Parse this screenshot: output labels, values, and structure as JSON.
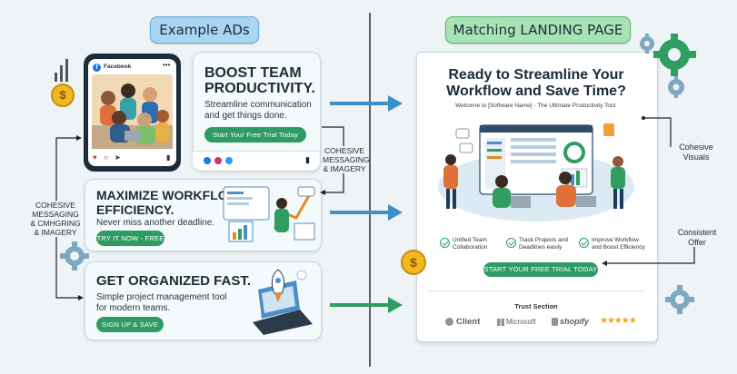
{
  "headers": {
    "left": "Example ADs",
    "right": "Matching LANDING PAGE"
  },
  "ad1": {
    "social_brand": "Facebook",
    "title_line1": "BOOST TEAM",
    "title_line2": "PRODUCTIVITY.",
    "body_line1": "Streamline communication",
    "body_line2": "and get things done.",
    "button": "Start Your Free Trial Today"
  },
  "ad2": {
    "title_line1": "MAXIMIZE WORKFLOW",
    "title_line2": "EFFICIENCY.",
    "body": "Never miss another deadline.",
    "button": "TRY IT NOW - FREE"
  },
  "ad3": {
    "title": "GET ORGANIZED FAST.",
    "body_line1": "Simple project management tool",
    "body_line2": "for modern teams.",
    "button": "SIGN UP & SAVE"
  },
  "left_label": {
    "line1": "COHESIVE",
    "line2": "MESSAGING",
    "line3": "& CMHGRING",
    "line4": "& IMAGERY"
  },
  "mid_label": {
    "line1": "COHESIVE",
    "line2": "MESSAGING",
    "line3": "& IMAGERY"
  },
  "landing": {
    "headline_line1": "Ready to Streamline Your",
    "headline_line2": "Workflow and Save Time?",
    "subline": "Welcome to [Software Name] - The Ultimate Productivity Tool.",
    "features": [
      {
        "line1": "Unified Team",
        "line2": "Collaboration"
      },
      {
        "line1": "Track Projects and",
        "line2": "Deadlines easily"
      },
      {
        "line1": "Improve Workflow",
        "line2": "and Boost Efficiency"
      }
    ],
    "cta": "START YOUR FREE TRIAL TODAY",
    "trust_title": "Trust Section",
    "trust_logos": [
      "Client",
      "Microsoft",
      "shopify"
    ],
    "stars": "★★★★★"
  },
  "right_labels": {
    "visuals_line1": "Cohesive",
    "visuals_line2": "Visuals",
    "offer_line1": "Consistent",
    "offer_line2": "Offer"
  },
  "icons": {
    "coin_symbol": "$"
  },
  "colors": {
    "left_header": "#a9d4f2",
    "right_header": "#a8e3b4",
    "arrow_blue": "#3d8fc9",
    "arrow_green": "#2f9e60",
    "button_green": "#2e9c62"
  }
}
